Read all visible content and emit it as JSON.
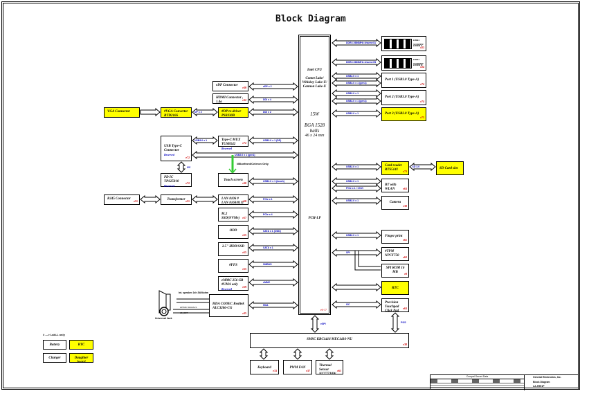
{
  "title": "Block Diagram",
  "cpu": {
    "name": "Intel CPU",
    "families": "Comet Lake/ Whiskey Lake-U/ Cannon Lake-U",
    "power": "15W",
    "package": "BGA 1528 balls",
    "size": "46 x 24 mm",
    "pch": "PCH-LP",
    "ref": "e6-17"
  },
  "blocks": {
    "dimm_a": {
      "label": "DDR4 SODIMM",
      "sub": "DIMM A",
      "ref": "e23"
    },
    "dimm_b": {
      "label": "DDR4 SODIMM",
      "sub": "DIMM B",
      "ref": "e24"
    },
    "port1": {
      "label": "Port 1 (USB3.0 Type-A)",
      "ref": "e74"
    },
    "port2": {
      "label": "Port 2 (USB3.0 Type-A)",
      "ref": "e74"
    },
    "port3": {
      "label": "Port 3 (USB2.0 Type-A)",
      "ref": "e75"
    },
    "edp": {
      "label": "eDP Connector",
      "ref": "e30"
    },
    "hdmi": {
      "label": "HDMI Connector , 1.4a",
      "ref": "e32"
    },
    "vga": {
      "label": "VGA Connector"
    },
    "evga": {
      "label": "#VGA Converter RTD2166",
      "ref": ""
    },
    "edp_redriver": {
      "label": "#DP re-driver PS8330B"
    },
    "usbc": {
      "label": "USB Type-C Connector",
      "sub": "Reserved",
      "ref": "e72"
    },
    "typec_mux": {
      "label": "Type-C MUX TUSB542",
      "sub": "Reserved",
      "ref": "e72"
    },
    "fpd_note": "#Bluefront/Celeron Only",
    "pd": {
      "label": "PD IC TPS25810",
      "sub": "Reserved",
      "ref": "e72"
    },
    "touchscreen": {
      "label": "Touch screen",
      "ref": "e30"
    },
    "rj45": {
      "label": "RJ45 Connector",
      "ref": "e51"
    },
    "transformer": {
      "label": "Transformer",
      "ref": "e51"
    },
    "lan": {
      "label": "LAN 8106 # LAN 8168/8111",
      "ref": "e50"
    },
    "m2ssd": {
      "label": "M.2 SSD(NVMe)",
      "ref": "e57"
    },
    "odd": {
      "label": "ODD",
      "ref": "e55"
    },
    "hdd": {
      "label": "2.5\" HDD/SSD",
      "ref": "e55"
    },
    "ffs": {
      "label": "#FFS",
      "ref": "e55"
    },
    "emmc": {
      "label": "eMMC 256 GB #UMA only",
      "sub": "Reserved",
      "ref": "e59"
    },
    "codec": {
      "label": "HDA CODEC Realtek ALC3206-CG",
      "ref": "e35"
    },
    "speaker": {
      "label": "Int. speaker",
      "sub": "2ch 2W/4ohm"
    },
    "jack": {
      "label": "Universal Jack",
      "ref": "e36"
    },
    "jack_sig1": "HP/MIC SIGNALS",
    "jack_sig2": "JD_DET",
    "card_reader": {
      "label": "Card reader RTS5141",
      "ref": "e73"
    },
    "sd_card": {
      "label": "SD Card slot"
    },
    "bt_wlan": {
      "label": "BT with WLAN",
      "ref": "e63"
    },
    "camera": {
      "label": "Camera",
      "ref": "e30"
    },
    "fingerprint": {
      "label": "Finger print",
      "ref": "e61"
    },
    "tpm": {
      "label": "#TPM NPCT750",
      "ref": "e62"
    },
    "spi_rom": {
      "label": "SPI ROM 16 MB",
      "ref": "e8"
    },
    "rtc": {
      "label": "RTC"
    },
    "touchpad": {
      "label": "Precision Touchpad Click Pad",
      "ref": "e63"
    },
    "ec": {
      "label": "SMSC KBC1416 MEC1416-NU",
      "ref": "e38"
    },
    "keyboard": {
      "label": "Keyboard",
      "ref": "e33"
    },
    "fan": {
      "label": "PWM FAN",
      "ref": "e37"
    },
    "thermal": {
      "label": "Thermal Sensor NCT7718W",
      "ref": "e61"
    }
  },
  "buses": {
    "ddr_a": "DDR4 2666MHz channel A",
    "ddr_b": "DDR4 2666MHz channel B",
    "usb2_1": "USB2.0 x 1",
    "usb3_1": "USB3.0 x 1 (gen1)",
    "usb2_2": "USB2.0 x 1",
    "usb3_2": "USB3.0 x 1 (gen1)",
    "usb2_3": "USB2.0 x 1",
    "edp": "eDP x 2",
    "hdmi": "DDI x 4",
    "ddi": "DDI x 2",
    "dp": "DP x 2",
    "usbc_a": "USB3.0 x 1",
    "usbc_mux": "USB3.0 x 1 (DP)",
    "usbc_b": "USB2.0 x 1 (gen1)",
    "pd": "I2C",
    "touch": "USB2.0 x 1 (touch)",
    "lan": "PCIe x 1",
    "ssd": "PCIe x 4",
    "odd": "SATA x 1 (ODD)",
    "hdd": "SATA x 1",
    "ffs": "SMBUS",
    "emmc": "eMMC",
    "hda": "HDA",
    "card": "USB2.0 x 1",
    "sd": "SD 3.0",
    "bt": "USB2.0 x 1",
    "wlan": "PCIe x 1 / CNVi",
    "cam": "USB2.0 x 1",
    "fp": "USB2.0 x 1",
    "spi": "SPI",
    "i2c": "I2C",
    "espi": "eSPI",
    "ps2": "PS/2"
  },
  "legend": {
    "note": "# ---> Laki-L only",
    "items": [
      "Battery",
      "RTC",
      "Charger",
      "Daughter board"
    ]
  },
  "title_block": {
    "company": "General Electronics, Inc.",
    "doc_title": "Block Diagram",
    "project": "LA-H591P",
    "header": "Compal Secret Data"
  }
}
